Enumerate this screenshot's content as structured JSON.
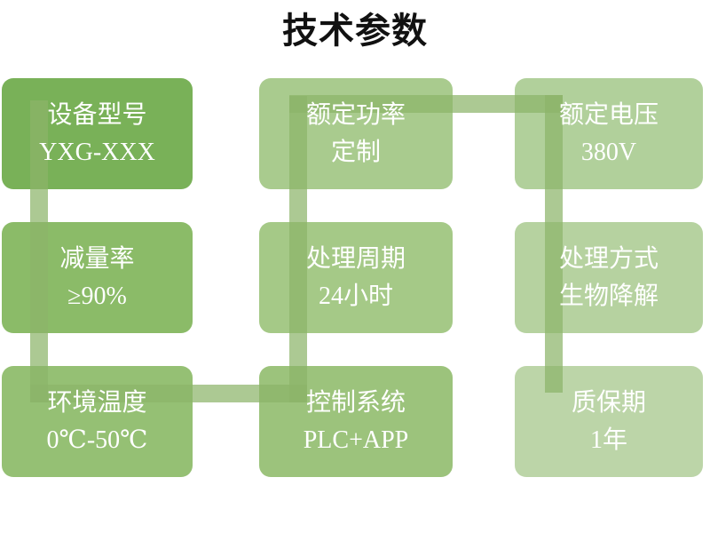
{
  "title": "技术参数",
  "connector": {
    "description": "snake-path-connector",
    "color": "rgba(140,180,105,0.72)"
  },
  "boxes": [
    {
      "id": "device-model",
      "label": "设备型号",
      "value": "YXG-XXX",
      "color": "#79b158"
    },
    {
      "id": "rated-power",
      "label": "额定功率",
      "value": "定制",
      "color": "#a9cb8e"
    },
    {
      "id": "rated-voltage",
      "label": "额定电压",
      "value": "380V",
      "color": "#b1d09b"
    },
    {
      "id": "reduction-rate",
      "label": "减量率",
      "value": "≥90%",
      "color": "#8bbb68"
    },
    {
      "id": "processing-cycle",
      "label": "处理周期",
      "value": "24小时",
      "color": "#a5c987"
    },
    {
      "id": "processing-method",
      "label": "处理方式",
      "value": "生物降解",
      "color": "#b6d2a0"
    },
    {
      "id": "ambient-temperature",
      "label": "环境温度",
      "value": "0℃-50℃",
      "color": "#95c074"
    },
    {
      "id": "control-system",
      "label": "控制系统",
      "value": "PLC+APP",
      "color": "#9cc37c"
    },
    {
      "id": "warranty-period",
      "label": "质保期",
      "value": "1年",
      "color": "#bcd5a8"
    }
  ]
}
